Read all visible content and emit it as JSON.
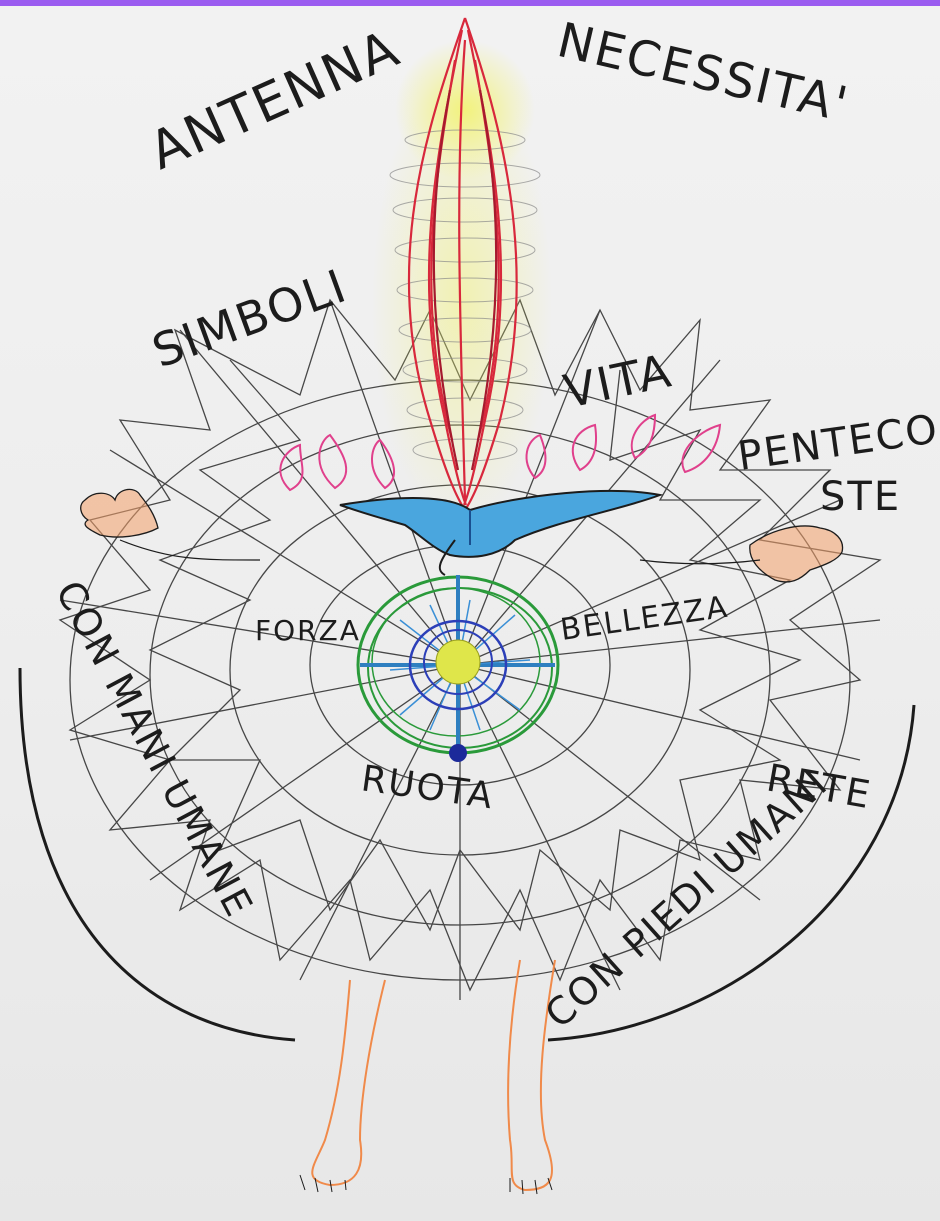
{
  "drawing": {
    "words": {
      "antenna": "ANTENNA",
      "necessita": "NECESSITA'",
      "simboli": "SIMBOLI",
      "vita": "VITA",
      "penteco": "PENTECO",
      "ste": "STE",
      "forza": "FORZA",
      "bellezza": "BELLEZZA",
      "ruota": "RUOTA",
      "rete": "RETE",
      "con_mani_umane": "CON MANI UMANE",
      "con_piedi_umani": "CON PIEDI UMANI"
    },
    "colors": {
      "flame": "#d8283c",
      "glow": "#e9ee5a",
      "dove": "#2f8fd0",
      "wheel_outer": "#2a9a3a",
      "wheel_inner": "#2c3fb8",
      "hub": "#dfe64a",
      "hands_feet": "#f08a4a",
      "petals": "#e0408c",
      "ink": "#1c1c1c"
    }
  }
}
